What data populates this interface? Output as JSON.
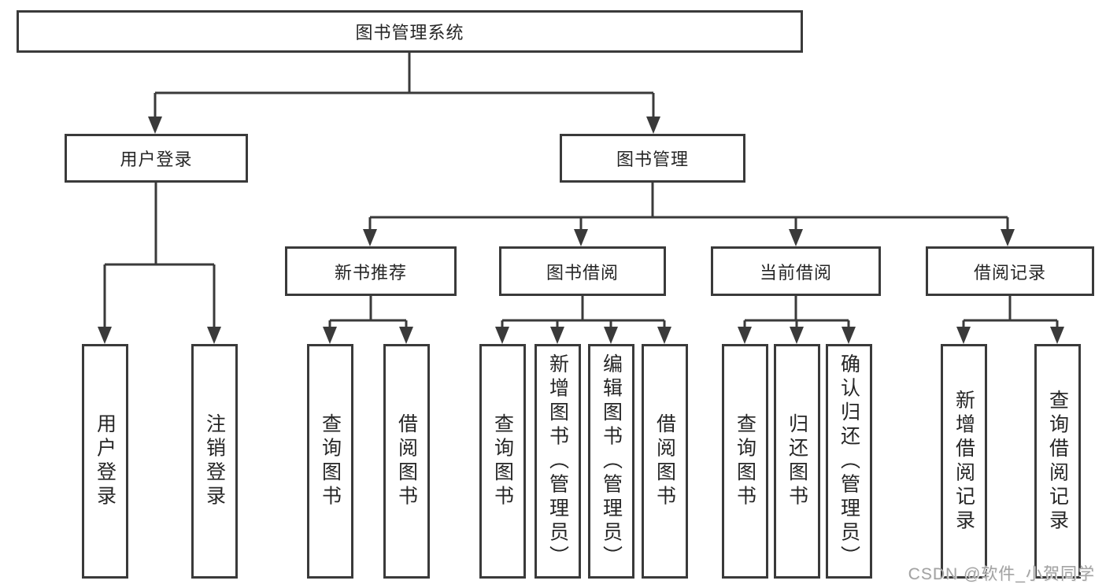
{
  "title": "图书管理系统",
  "tree": {
    "label": "图书管理系统",
    "children": [
      {
        "label": "用户登录",
        "children": [
          {
            "label": "用户登录"
          },
          {
            "label": "注销登录"
          }
        ]
      },
      {
        "label": "图书管理",
        "children": [
          {
            "label": "新书推荐",
            "children": [
              {
                "label": "查询图书"
              },
              {
                "label": "借阅图书"
              }
            ]
          },
          {
            "label": "图书借阅",
            "children": [
              {
                "label": "查询图书"
              },
              {
                "label": "新增图书（管理员）"
              },
              {
                "label": "编辑图书（管理员）"
              },
              {
                "label": "借阅图书"
              }
            ]
          },
          {
            "label": "当前借阅",
            "children": [
              {
                "label": "查询图书"
              },
              {
                "label": "归还图书"
              },
              {
                "label": "确认归还（管理员）"
              }
            ]
          },
          {
            "label": "借阅记录",
            "children": [
              {
                "label": "新增借阅记录"
              },
              {
                "label": "查询借阅记录"
              }
            ]
          }
        ]
      }
    ]
  },
  "watermark": {
    "text": "CSDN @软件_小贺同学"
  },
  "colors": {
    "line": "#3a3a3a",
    "box_border": "#3a3a3a",
    "text": "#262626",
    "background": "#ffffff",
    "watermark": "#a2a2a2"
  }
}
